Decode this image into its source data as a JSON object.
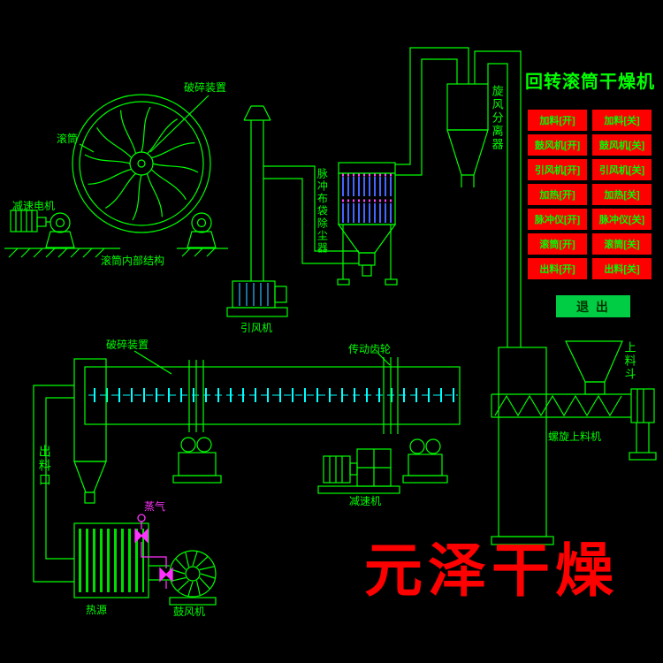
{
  "title": "回转滚筒干燥机",
  "control_panel": {
    "on_buttons": [
      "加料[开]",
      "鼓风机[开]",
      "引风机[开]",
      "加热[开]",
      "脉冲仪[开]",
      "滚筒[开]",
      "出料[开]"
    ],
    "off_buttons": [
      "加料[关]",
      "鼓风机[关]",
      "引风机[关]",
      "加热[关]",
      "脉冲仪[关]",
      "滚筒[关]",
      "出料[关]"
    ],
    "exit_label": "退 出"
  },
  "labels": {
    "crusher_device_top": "破碎装置",
    "drum": "滚筒",
    "gear_motor": "减速电机",
    "drum_internal_structure": "滚筒内部结构",
    "pulse_bag_dust_collector": "脉冲布袋除尘器",
    "induced_draft_fan": "引风机",
    "cyclone_separator": "旋风分离器",
    "crusher_device_main": "破碎装置",
    "transmission_gear": "传动齿轮",
    "reducer": "减速机",
    "screw_feeder": "螺旋上料机",
    "feed_hopper": "上料斗",
    "discharge_port": "出料口",
    "steam": "蒸气",
    "heat_source": "热源",
    "blower": "鼓风机"
  },
  "watermark": "元泽干燥",
  "colors": {
    "schematic_line": "#00ff00",
    "drum_flights": "#00ffff",
    "filter_bags": "#4466ff",
    "steam_line": "#ff33ff",
    "button_bg": "#ff0000",
    "button_text": "#00ff00",
    "exit_bg": "#00cc44",
    "watermark_text": "#ff0000"
  }
}
